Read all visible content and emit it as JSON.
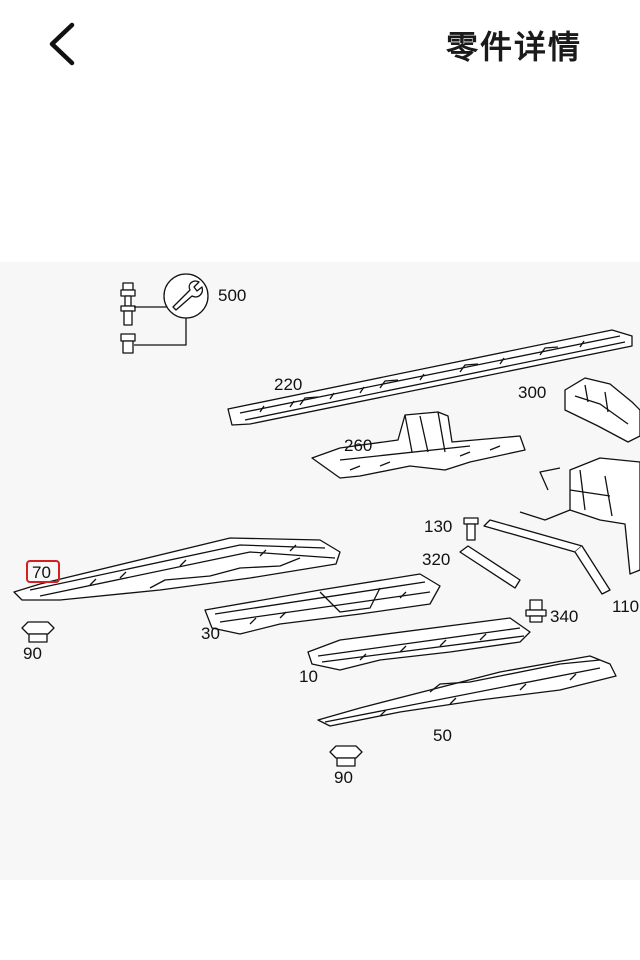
{
  "header": {
    "title": "零件详情",
    "back_icon": "chevron-left-icon"
  },
  "diagram": {
    "highlight_color": "#d42020",
    "callouts": {
      "p500": "500",
      "p220": "220",
      "p300": "300",
      "p260": "260",
      "p130": "130",
      "p320": "320",
      "p110": "110",
      "p340": "340",
      "p70": "70",
      "p90a": "90",
      "p30": "30",
      "p10": "10",
      "p50": "50",
      "p90b": "90"
    },
    "selected_part": "70"
  }
}
